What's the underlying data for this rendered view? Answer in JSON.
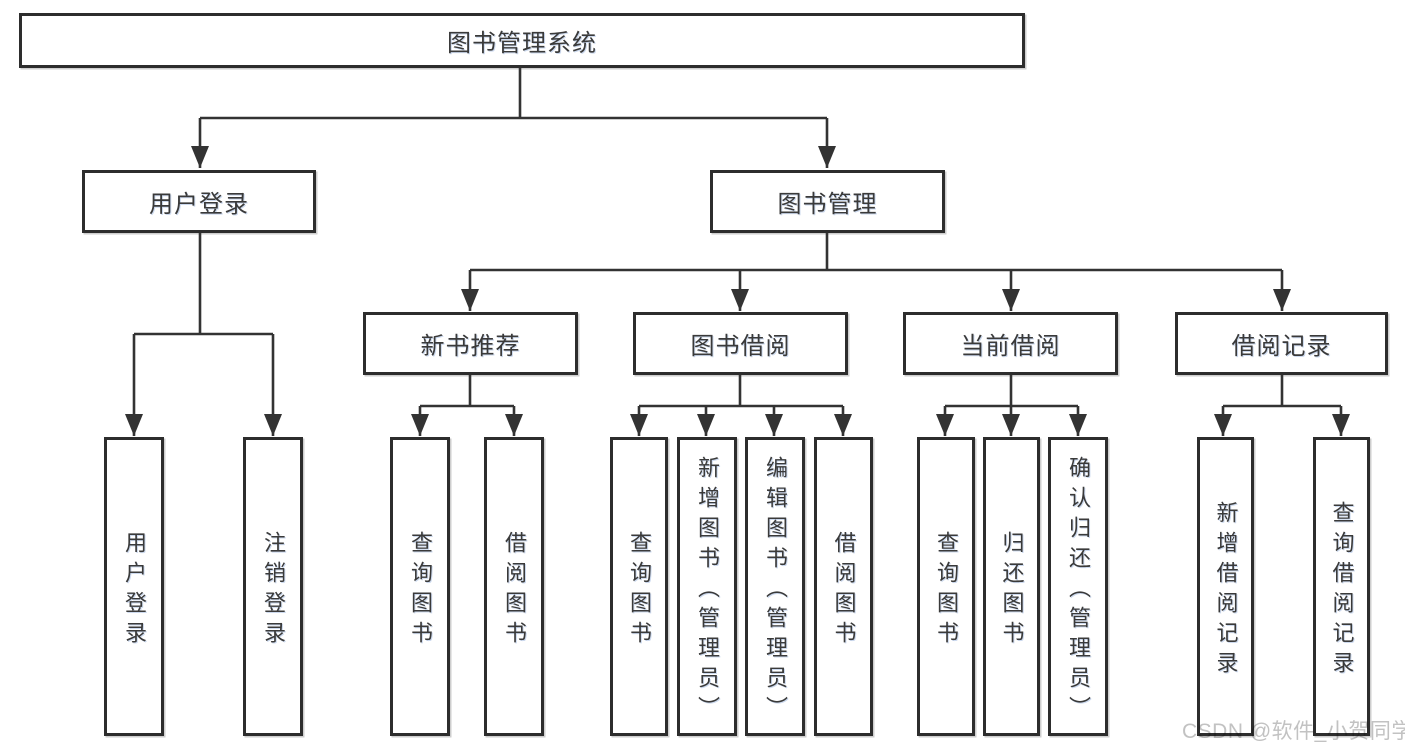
{
  "colors": {
    "background": "#ffffff",
    "box_border": "#2d2d2d",
    "line": "#333333",
    "text": "#3a3a3a",
    "watermark": "#c2c2c2"
  },
  "watermark": {
    "text": "CSDN @软件_小贺同学"
  },
  "tree": {
    "root": "图书管理系统",
    "branches": [
      {
        "label": "用户登录",
        "children": [
          "用户登录",
          "注销登录"
        ]
      },
      {
        "label": "图书管理",
        "groups": [
          {
            "label": "新书推荐",
            "children": [
              "查询图书",
              "借阅图书"
            ]
          },
          {
            "label": "图书借阅",
            "children": [
              "查询图书",
              "新增图书（管理员）",
              "编辑图书（管理员）",
              "借阅图书"
            ]
          },
          {
            "label": "当前借阅",
            "children": [
              "查询图书",
              "归还图书",
              "确认归还（管理员）"
            ]
          },
          {
            "label": "借阅记录",
            "children": [
              "新增借阅记录",
              "查询借阅记录"
            ]
          }
        ]
      }
    ]
  }
}
